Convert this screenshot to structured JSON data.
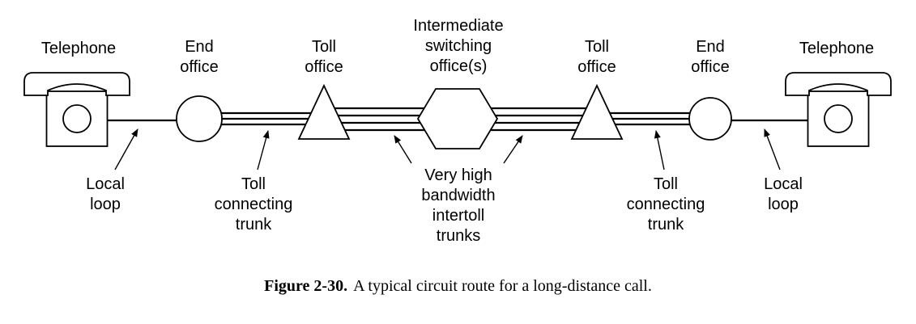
{
  "figure": {
    "top_labels": {
      "telephone_left": "Telephone",
      "end_office_left": "End\noffice",
      "toll_office_left": "Toll\noffice",
      "intermediate_switching": "Intermediate\nswitching\noffice(s)",
      "toll_office_right": "Toll\noffice",
      "end_office_right": "End\noffice",
      "telephone_right": "Telephone"
    },
    "bottom_labels": {
      "local_loop_left": "Local\nloop",
      "toll_connecting_trunk_left": "Toll\nconnecting\ntrunk",
      "intertoll_trunks": "Very high\nbandwidth\nintertoll\ntrunks",
      "toll_connecting_trunk_right": "Toll\nconnecting\ntrunk",
      "local_loop_right": "Local\nloop"
    },
    "caption": {
      "figure_label": "Figure 2-30.",
      "text": "A typical circuit route for a long-distance call."
    },
    "colors": {
      "ink": "#000000",
      "background": "#ffffff"
    }
  }
}
